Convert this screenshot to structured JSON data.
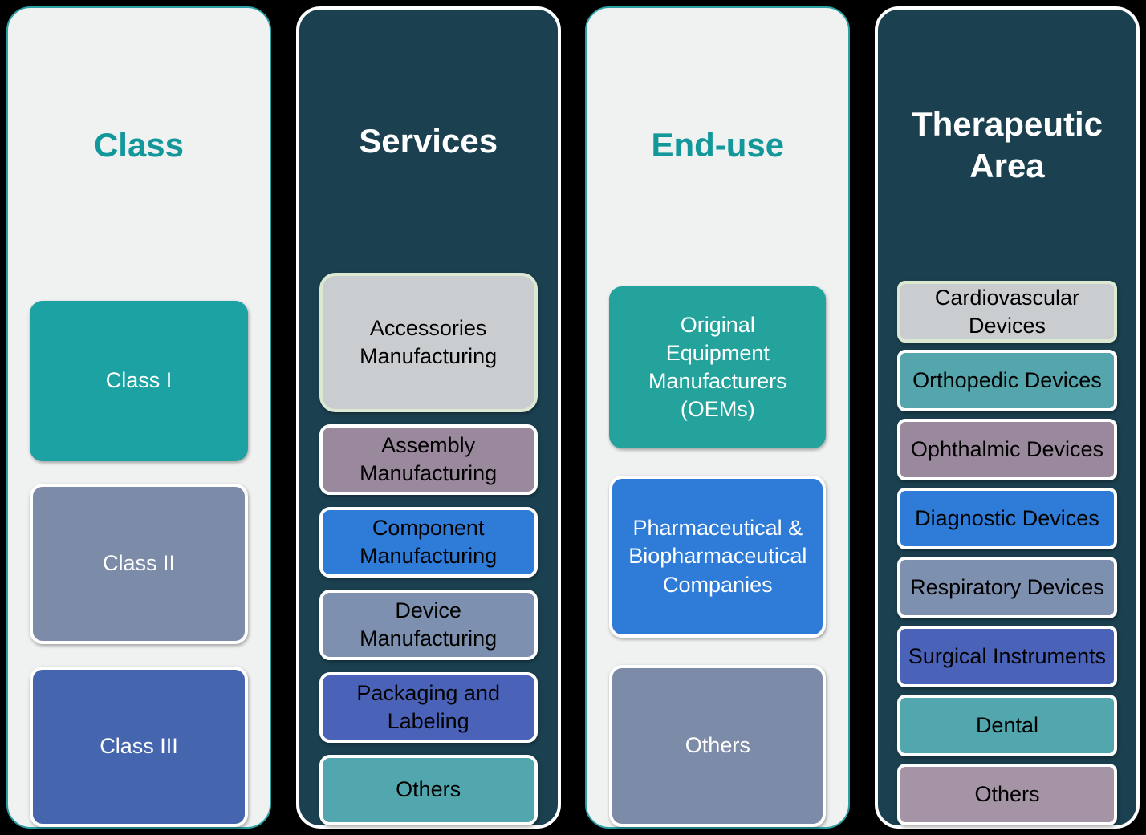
{
  "page": {
    "background": "#000000"
  },
  "diagram": {
    "columns": [
      {
        "title": "Class",
        "theme": "light",
        "colors": {
          "bg": "#F0F1F1",
          "border": "#2BA1A4",
          "title": "#12979B"
        },
        "items": [
          {
            "label": "Class I",
            "bg": "#1CA2A2",
            "text": "#FFFFFF",
            "border": null
          },
          {
            "label": "Class II",
            "bg": "#7C8BA8",
            "text": "#FFFFFF",
            "border": "#FFFFFF"
          },
          {
            "label": "Class III",
            "bg": "#4566AE",
            "text": "#FFFFFF",
            "border": "#FFFFFF"
          }
        ]
      },
      {
        "title": "Services",
        "theme": "dark",
        "colors": {
          "bg": "#1B4050",
          "border": "#FFFFFF",
          "title": "#FFFFFF"
        },
        "items": [
          {
            "label": "Accessories Manufacturing",
            "bg": "#C9CDCF",
            "text": "#000000",
            "border": "#DCE8D2"
          },
          {
            "label": "Assembly Manufacturing",
            "bg": "#9A889D",
            "text": "#000000",
            "border": "#FFFFFF"
          },
          {
            "label": "Component Manufacturing",
            "bg": "#2E7BD8",
            "text": "#000000",
            "border": "#FFFFFF"
          },
          {
            "label": "Device Manufacturing",
            "bg": "#7E90AF",
            "text": "#000000",
            "border": "#FFFFFF"
          },
          {
            "label": "Packaging and Labeling",
            "bg": "#4A63B8",
            "text": "#000000",
            "border": "#FFFFFF"
          },
          {
            "label": "Others",
            "bg": "#52A7AE",
            "text": "#000000",
            "border": "#FFFFFF"
          }
        ]
      },
      {
        "title": "End-use",
        "theme": "light",
        "colors": {
          "bg": "#F0F1F1",
          "border": "#2BA1A4",
          "title": "#12979B"
        },
        "items": [
          {
            "label": "Original Equipment Manufacturers (OEMs)",
            "bg": "#23A39B",
            "text": "#FFFFFF",
            "border": null
          },
          {
            "label": "Pharmaceutical & Biopharmaceutical Companies",
            "bg": "#2E7BD8",
            "text": "#FFFFFF",
            "border": "#FFFFFF"
          },
          {
            "label": "Others",
            "bg": "#7C8BA8",
            "text": "#FFFFFF",
            "border": "#FFFFFF"
          }
        ]
      },
      {
        "title": "Therapeutic Area",
        "theme": "dark",
        "colors": {
          "bg": "#1B4050",
          "border": "#FFFFFF",
          "title": "#FFFFFF"
        },
        "items": [
          {
            "label": "Cardiovascular Devices",
            "bg": "#C9CDCF",
            "text": "#000000",
            "border": "#DCE8D2"
          },
          {
            "label": "Orthopedic Devices",
            "bg": "#55A6AC",
            "text": "#000000",
            "border": "#FFFFFF"
          },
          {
            "label": "Ophthalmic Devices",
            "bg": "#9A889D",
            "text": "#000000",
            "border": "#FFFFFF"
          },
          {
            "label": "Diagnostic Devices",
            "bg": "#2E7BD8",
            "text": "#000000",
            "border": "#FFFFFF"
          },
          {
            "label": "Respiratory Devices",
            "bg": "#7E90AF",
            "text": "#000000",
            "border": "#FFFFFF"
          },
          {
            "label": "Surgical Instruments",
            "bg": "#4A63B8",
            "text": "#000000",
            "border": "#FFFFFF"
          },
          {
            "label": "Dental",
            "bg": "#52A7AE",
            "text": "#000000",
            "border": "#FFFFFF"
          },
          {
            "label": "Others",
            "bg": "#A594A5",
            "text": "#000000",
            "border": "#FFFFFF"
          }
        ]
      }
    ]
  }
}
